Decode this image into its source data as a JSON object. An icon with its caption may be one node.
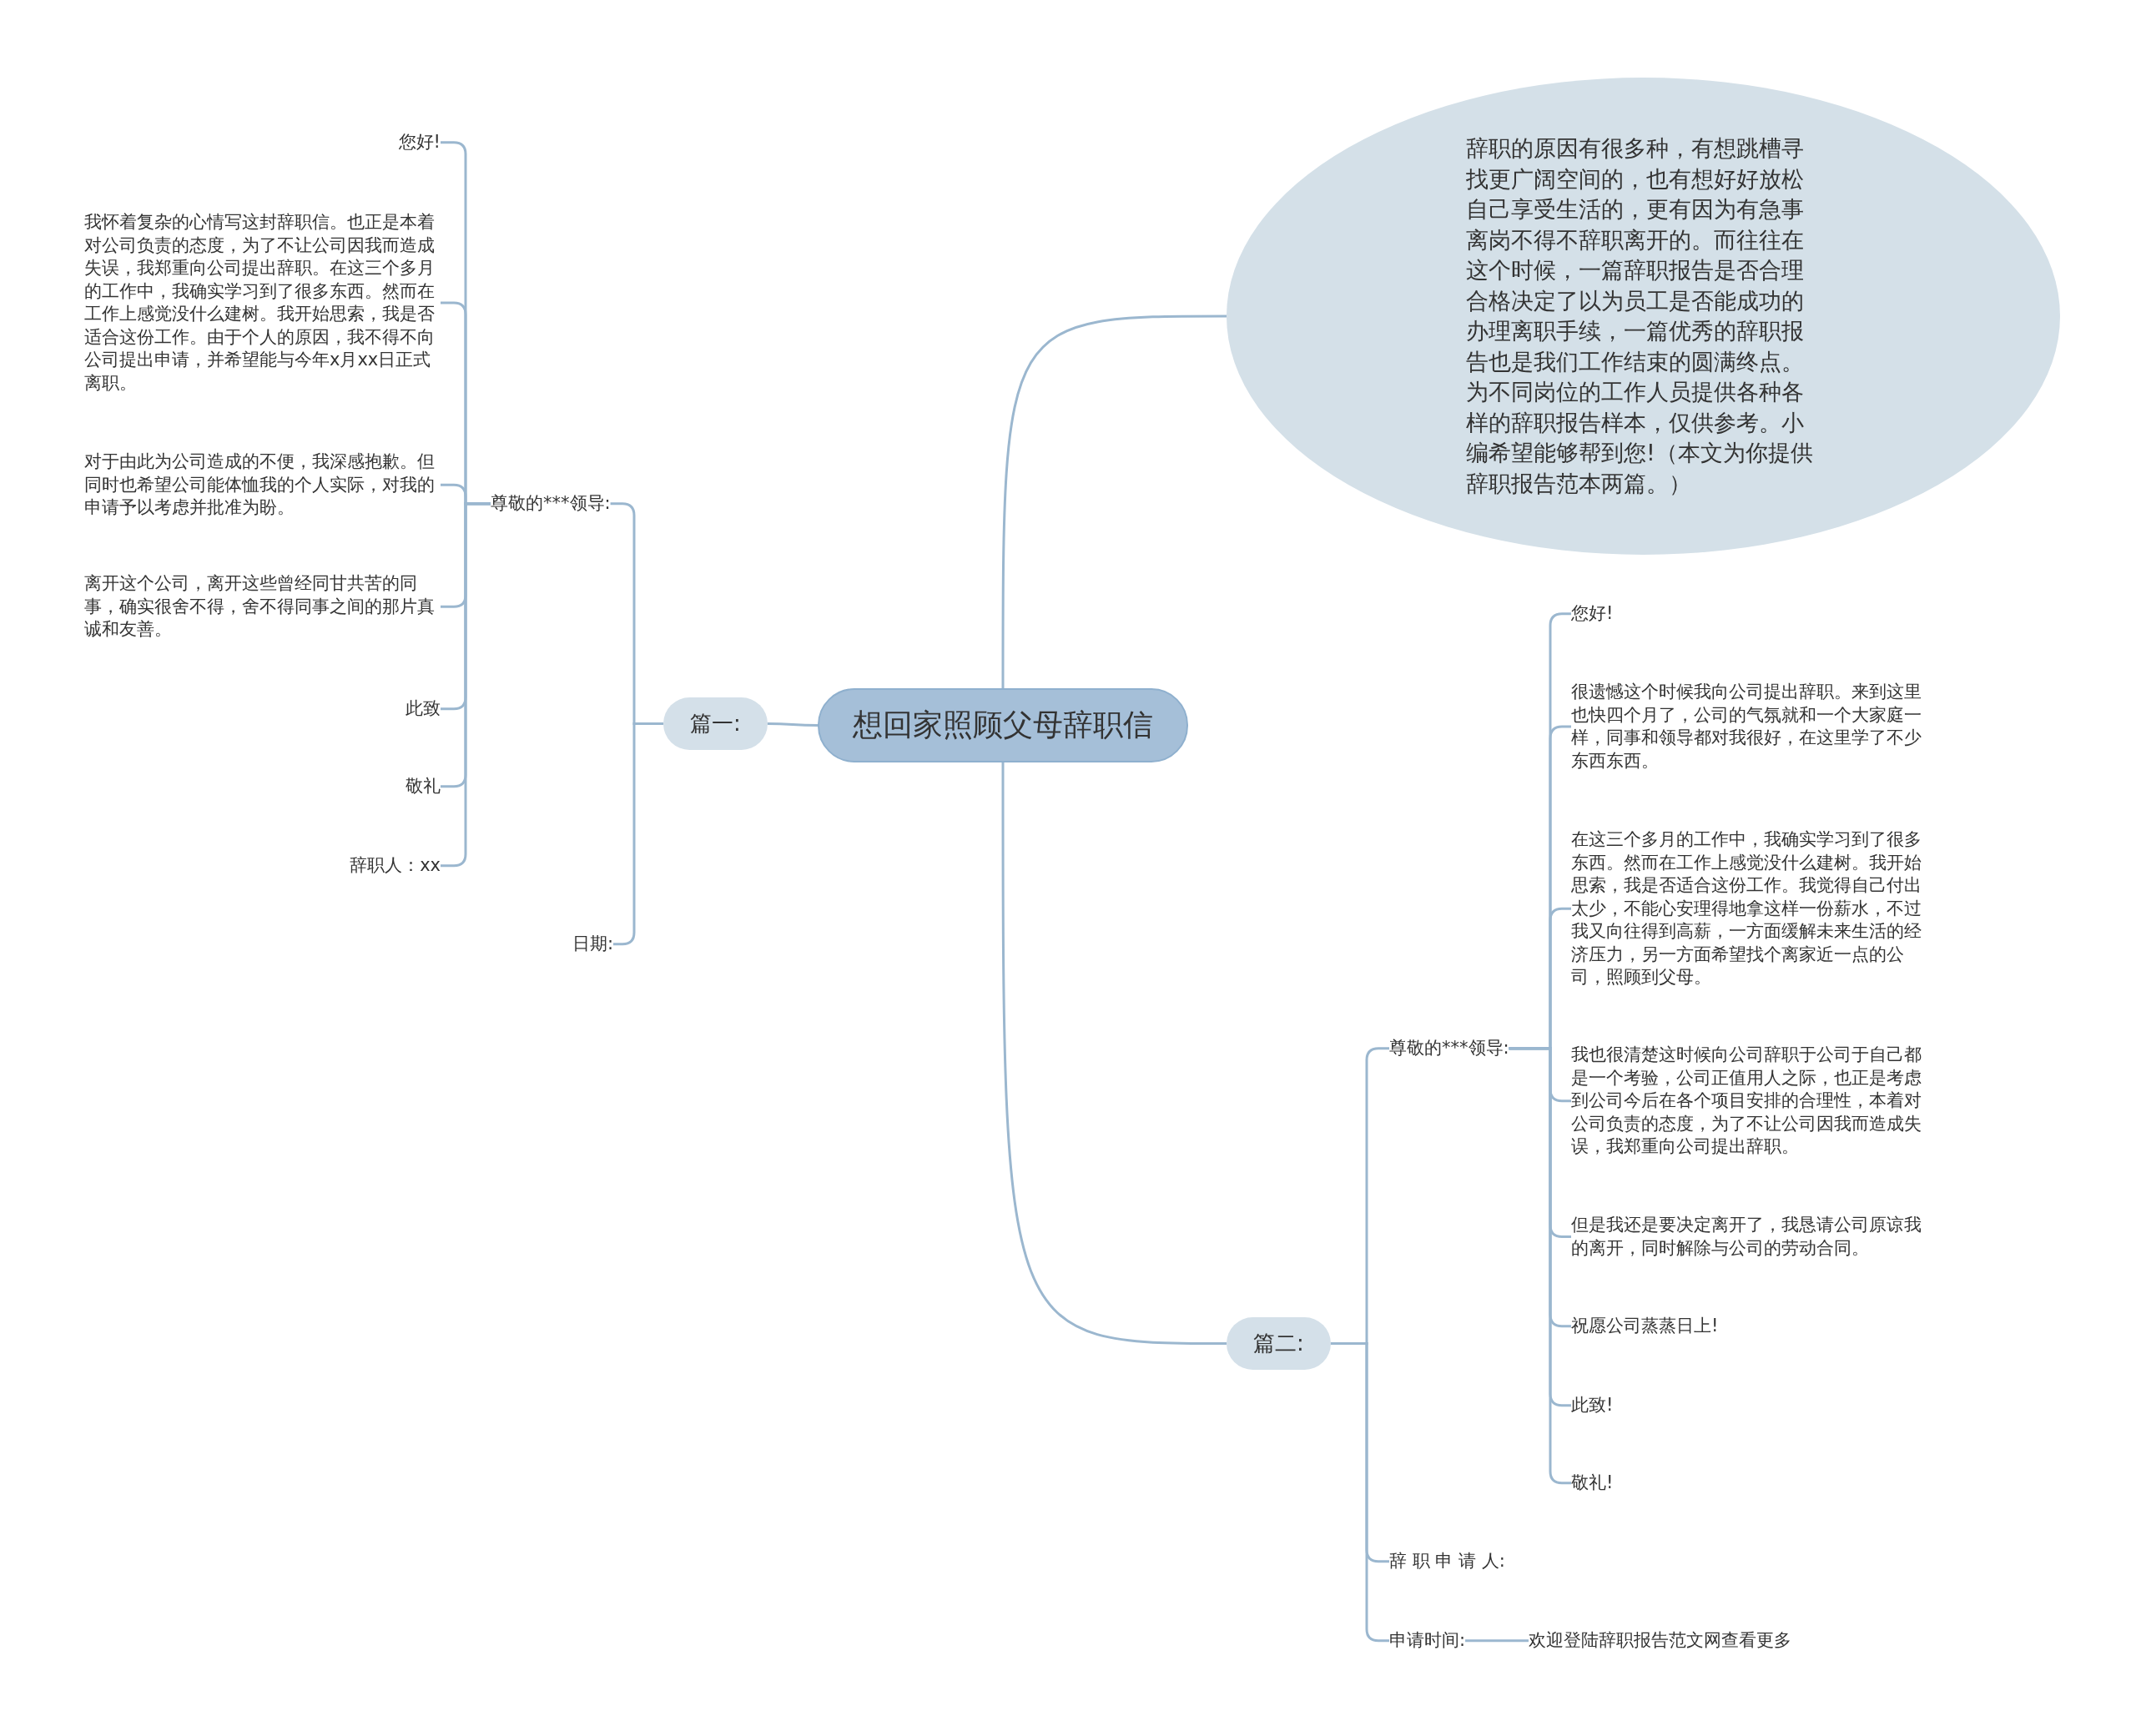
{
  "diagram": {
    "nodes": [
      {
        "text": [
          "想回家照顾父母辞职信"
        ]
      },
      {
        "text": [
          "辞职的原因有很多种，有想跳槽寻找更广阔空间的，也有想好好放松自己享受生活的，更有因为有急事离岗不得不辞职离开的。而往往在这个时候，一篇辞职报告是否合理合格决定了以为员工是否能成功的办理离职手续，一篇优秀的辞职报告也是我们工作结束的圆满终点。为不同岗位的工作人员提供各种各样的辞职报告样本，仅供参考。小编希望能够帮到您!（本文为你提供辞职报告范本两篇。）"
        ]
      },
      {
        "text": [
          "篇一:"
        ]
      },
      {
        "text": [
          "尊敬的***领导:"
        ]
      },
      {
        "text": [
          "您好!"
        ]
      },
      {
        "text": [
          "我怀着复杂的心情写这封辞职信。也正是本着对公司负责的态度，为了不让公司因我而造成失误，我郑重向公司提出辞职。在这三个多月的工作中，我确实学习到了很多东西。然而在工作上感觉没什么建树。我开始思索，我是否适合这份工作。由于个人的原因，我不得不向公司提出申请，并希望能与今年x月xx日正式离职。"
        ]
      },
      {
        "text": [
          "对于由此为公司造成的不便，我深感抱歉。但同时也希望公司能体恤我的个人实际，对我的申请予以考虑并批准为盼。"
        ]
      },
      {
        "text": [
          "离开这个公司，离开这些曾经同甘共苦的同事，确实很舍不得，舍不得同事之间的那片真诚和友善。"
        ]
      },
      {
        "text": [
          "此致"
        ]
      },
      {
        "text": [
          "敬礼"
        ]
      },
      {
        "text": [
          "辞职人：xx"
        ]
      },
      {
        "text": [
          "日期:"
        ]
      },
      {
        "text": [
          "篇二:"
        ]
      },
      {
        "text": [
          "尊敬的***领导:"
        ]
      },
      {
        "text": [
          "您好!"
        ]
      },
      {
        "text": [
          "很遗憾这个时候我向公司提出辞职。来到这里也快四个月了，公司的气氛就和一个大家庭一样，同事和领导都对我很好，在这里学了不少东西东西。"
        ]
      },
      {
        "text": [
          "在这三个多月的工作中，我确实学习到了很多东西。然而在工作上感觉没什么建树。我开始思索，我是否适合这份工作。我觉得自己付出太少，不能心安理得地拿这样一份薪水，不过我又向往得到高薪，一方面缓解未来生活的经济压力，另一方面希望找个离家近一点的公司，照顾到父母。"
        ]
      },
      {
        "text": [
          "我也很清楚这时候向公司辞职于公司于自己都是一个考验，公司正值用人之际，也正是考虑到公司今后在各个项目安排的合理性，本着对公司负责的态度，为了不让公司因我而造成失误，我郑重向公司提出辞职。"
        ]
      },
      {
        "text": [
          "但是我还是要决定离开了，我恳请公司原谅我的离开，同时解除与公司的劳动合同。"
        ]
      },
      {
        "text": [
          "祝愿公司蒸蒸日上!"
        ]
      },
      {
        "text": [
          "此致!"
        ]
      },
      {
        "text": [
          "敬礼!"
        ]
      },
      {
        "text": [
          "辞 职 申 请 人:"
        ]
      },
      {
        "text": [
          "申请时间:"
        ]
      },
      {
        "text": [
          "欢迎登陆辞职报告范文网查看更多"
        ]
      }
    ],
    "edges": [
      {
        "from": 0,
        "to": 1,
        "arrow": "none"
      },
      {
        "from": 0,
        "to": 2,
        "arrow": "none"
      },
      {
        "from": 0,
        "to": 12,
        "arrow": "none"
      },
      {
        "from": 2,
        "to": 3,
        "arrow": "none"
      },
      {
        "from": 2,
        "to": 11,
        "arrow": "none"
      },
      {
        "from": 3,
        "to": 4,
        "arrow": "none"
      },
      {
        "from": 3,
        "to": 5,
        "arrow": "none"
      },
      {
        "from": 3,
        "to": 6,
        "arrow": "none"
      },
      {
        "from": 3,
        "to": 7,
        "arrow": "none"
      },
      {
        "from": 3,
        "to": 8,
        "arrow": "none"
      },
      {
        "from": 3,
        "to": 9,
        "arrow": "none"
      },
      {
        "from": 3,
        "to": 10,
        "arrow": "none"
      },
      {
        "from": 12,
        "to": 13,
        "arrow": "none"
      },
      {
        "from": 12,
        "to": 22,
        "arrow": "none"
      },
      {
        "from": 12,
        "to": 23,
        "arrow": "none"
      },
      {
        "from": 13,
        "to": 14,
        "arrow": "none"
      },
      {
        "from": 13,
        "to": 15,
        "arrow": "none"
      },
      {
        "from": 13,
        "to": 16,
        "arrow": "none"
      },
      {
        "from": 13,
        "to": 17,
        "arrow": "none"
      },
      {
        "from": 13,
        "to": 18,
        "arrow": "none"
      },
      {
        "from": 13,
        "to": 19,
        "arrow": "none"
      },
      {
        "from": 13,
        "to": 20,
        "arrow": "none"
      },
      {
        "from": 13,
        "to": 21,
        "arrow": "none"
      },
      {
        "from": 23,
        "to": 24,
        "arrow": "none"
      }
    ]
  }
}
